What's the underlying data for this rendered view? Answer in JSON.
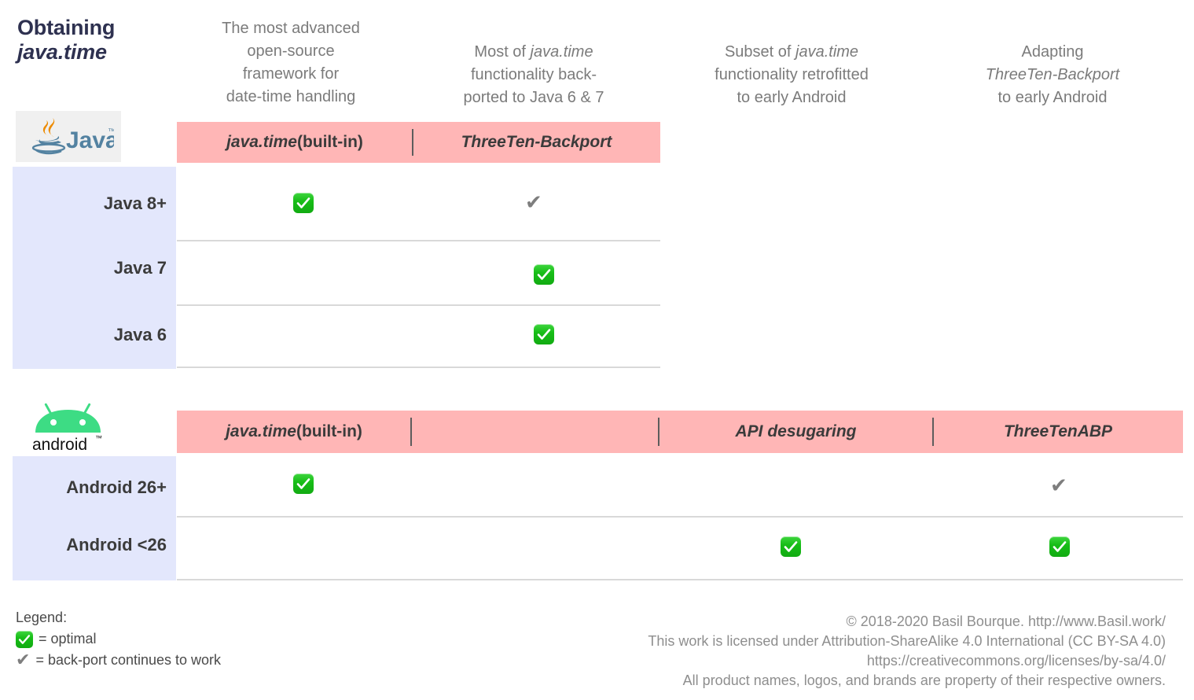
{
  "title": {
    "line1": "Obtaining",
    "line2": "java.time"
  },
  "column_descriptions": [
    {
      "name": "java-time-builtin",
      "lines": [
        "The most advanced",
        "open-source",
        "framework for",
        "date-time handling"
      ]
    },
    {
      "name": "threeten-backport",
      "lines": [
        "Most of java.time",
        "functionality back-",
        "ported to Java 6 & 7"
      ],
      "italic_word": "java.time"
    },
    {
      "name": "api-desugaring",
      "lines": [
        "Subset of java.time",
        "functionality retrofitted",
        "to early Android"
      ],
      "italic_word": "java.time"
    },
    {
      "name": "threetenabp",
      "lines": [
        "Adapting",
        "ThreeTen-Backport",
        "to early Android"
      ],
      "italic_word": "ThreeTen-Backport"
    }
  ],
  "java_table": {
    "logo_alt": "Java",
    "headers": [
      {
        "italic": "java.time",
        "roman": " (built-in)"
      },
      {
        "italic": "ThreeTen-Backport",
        "roman": ""
      }
    ],
    "rows": [
      {
        "label": "Java 8+",
        "cells": [
          "optimal",
          "backport",
          "",
          ""
        ]
      },
      {
        "label": "Java 7",
        "cells": [
          "",
          "optimal",
          "",
          ""
        ]
      },
      {
        "label": "Java 6",
        "cells": [
          "",
          "optimal",
          "",
          ""
        ]
      }
    ]
  },
  "android_table": {
    "logo_alt": "android",
    "logo_wordmark": "android",
    "logo_tm": "™",
    "headers": [
      {
        "italic": "java.time",
        "roman": " (built-in)"
      },
      {
        "italic": "",
        "roman": ""
      },
      {
        "italic": "API desugaring",
        "roman": ""
      },
      {
        "italic": "ThreeTenABP",
        "roman": ""
      }
    ],
    "rows": [
      {
        "label": "Android 26+",
        "cells": [
          "optimal",
          "",
          "",
          "backport"
        ]
      },
      {
        "label": "Android <26",
        "cells": [
          "",
          "",
          "optimal",
          "optimal"
        ]
      }
    ]
  },
  "legend": {
    "title": "Legend:",
    "optimal_label": "= optimal",
    "backport_label": "= back-port continues to work"
  },
  "copyright": {
    "line1": "© 2018-2020 Basil Bourque. http://www.Basil.work/",
    "line2": "This work is licensed under Attribution-ShareAlike 4.0 International (CC BY-SA 4.0)",
    "line3": "https://creativecommons.org/licenses/by-sa/4.0/",
    "line4": "All product names, logos, and brands are property of their respective owners."
  },
  "colors": {
    "pink_header": "#FFB6B6",
    "blue_label": "#E3E7FC",
    "title_navy": "#2E3150",
    "green_check": "#17BD17",
    "gray_check": "#7E7E7E",
    "row_separator": "#D9D9D9",
    "android_green": "#3DDC84"
  }
}
